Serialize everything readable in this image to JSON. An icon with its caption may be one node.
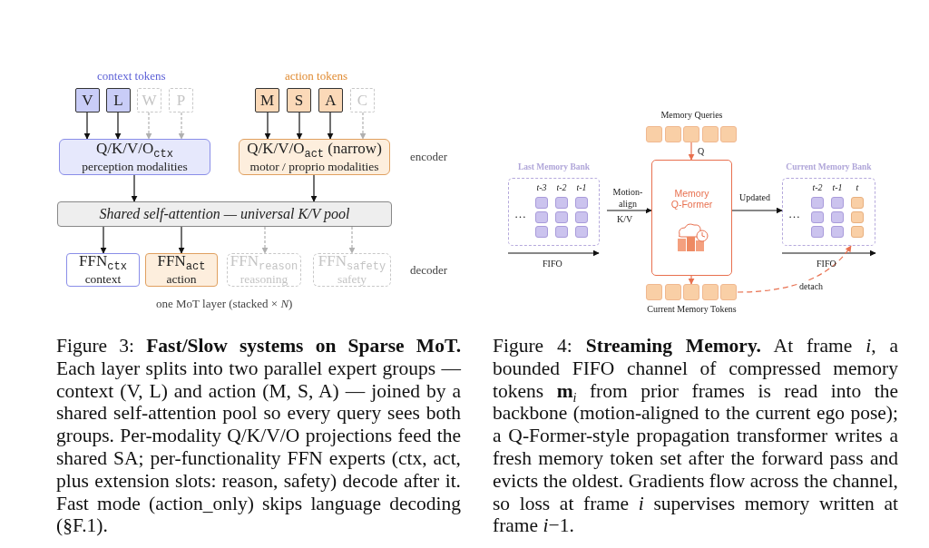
{
  "diagram": {
    "nodes": [
      {
        "text": [
          "V"
        ]
      },
      {
        "text": [
          "L"
        ]
      },
      {
        "text": [
          "W"
        ]
      },
      {
        "text": [
          "P"
        ]
      },
      {
        "text": [
          "M"
        ]
      },
      {
        "text": [
          "S"
        ]
      },
      {
        "text": [
          "A"
        ]
      },
      {
        "text": [
          "C"
        ]
      },
      {
        "text": [
          "Q/K/V/O$_{ctx}$",
          "perception modalities"
        ]
      },
      {
        "text": [
          "Q/K/V/O$_{act}$ (narrow)",
          "motor / proprio modalities"
        ]
      },
      {
        "text": [
          "Shared self-attention — universal K/V pool"
        ]
      },
      {
        "text": [
          "FFN$_{ctx}$",
          "context"
        ]
      },
      {
        "text": [
          "FFN$_{act}$",
          "action"
        ]
      },
      {
        "text": [
          "FFN$_{reason}$",
          "reasoning"
        ]
      },
      {
        "text": [
          "FFN$_{safety}$",
          "safety"
        ]
      },
      {
        "text": [
          "Memory Queries"
        ]
      },
      {
        "text": [
          "Memory Q-Former"
        ]
      },
      {
        "text": [
          "Last Memory Bank",
          "…",
          "t-3",
          "t-2",
          "t-1"
        ]
      },
      {
        "text": [
          "Current Memory Bank",
          "…",
          "t-2",
          "t-1",
          "t"
        ]
      },
      {
        "text": [
          "Current Memory Tokens"
        ]
      }
    ],
    "edges": [
      {
        "from": 0,
        "to": 8,
        "arrow": "to"
      },
      {
        "from": 1,
        "to": 8,
        "arrow": "to"
      },
      {
        "from": 2,
        "to": 8,
        "arrow": "to",
        "style": "dashed",
        "color": "#b0b0b0"
      },
      {
        "from": 3,
        "to": 8,
        "arrow": "to",
        "style": "dashed",
        "color": "#b0b0b0"
      },
      {
        "from": 4,
        "to": 9,
        "arrow": "to"
      },
      {
        "from": 5,
        "to": 9,
        "arrow": "to"
      },
      {
        "from": 6,
        "to": 9,
        "arrow": "to"
      },
      {
        "from": 7,
        "to": 9,
        "arrow": "to",
        "style": "dashed",
        "color": "#b0b0b0"
      },
      {
        "from": 8,
        "to": 10,
        "arrow": "to"
      },
      {
        "from": 9,
        "to": 10,
        "arrow": "to"
      },
      {
        "from": 10,
        "to": 11,
        "arrow": "to"
      },
      {
        "from": 10,
        "to": 12,
        "arrow": "to"
      },
      {
        "from": 10,
        "to": 13,
        "arrow": "to",
        "style": "dashed",
        "color": "#b0b0b0"
      },
      {
        "from": 10,
        "to": 14,
        "arrow": "to",
        "style": "dashed",
        "color": "#b0b0b0"
      },
      {
        "from": 15,
        "to": 16,
        "arrow": "to",
        "label": "Q",
        "color": "#e8704f"
      },
      {
        "from": 17,
        "to": 16,
        "arrow": "to",
        "label": "Motion-align"
      },
      {
        "from": 16,
        "to": 18,
        "arrow": "to",
        "label": "Updated"
      },
      {
        "from": 16,
        "to": 19,
        "arrow": "to",
        "color": "#e8704f"
      },
      {
        "from": 19,
        "to": 18,
        "arrow": "to",
        "label": "detach",
        "style": "dashed",
        "color": "#e8704f"
      }
    ],
    "labels": [
      "context tokens",
      "action tokens",
      "encoder",
      "decoder",
      "one MoT layer (stacked × *N*)",
      "K/V",
      "FIFO",
      "FIFO",
      "Figure 3: **Fast/Slow systems on Sparse MoT.** Each layer splits into two parallel expert groups — context (V, L) and action (M, S, A) — joined by a shared self-attention pool so every query sees both groups. Per-modality Q/K/V/O projections feed the shared SA; per-functionality FFN experts (ctx, act, plus extension slots: reason, safety) decode after it. Fast mode (action_only) skips language decoding (§F.1).",
      "Figure 4: **Streaming Memory.** At frame *i*, a bounded FIFO channel of compressed memory tokens **m**$_{i}$ from prior frames is read into the backbone (motion-aligned to the current ego pose); a Q-Former-style propagation transformer writes a fresh memory token set after the forward pass and evicts the oldest. Gradients flow across the channel, so loss at frame *i* supervises memory written at frame *i*−1."
    ]
  }
}
